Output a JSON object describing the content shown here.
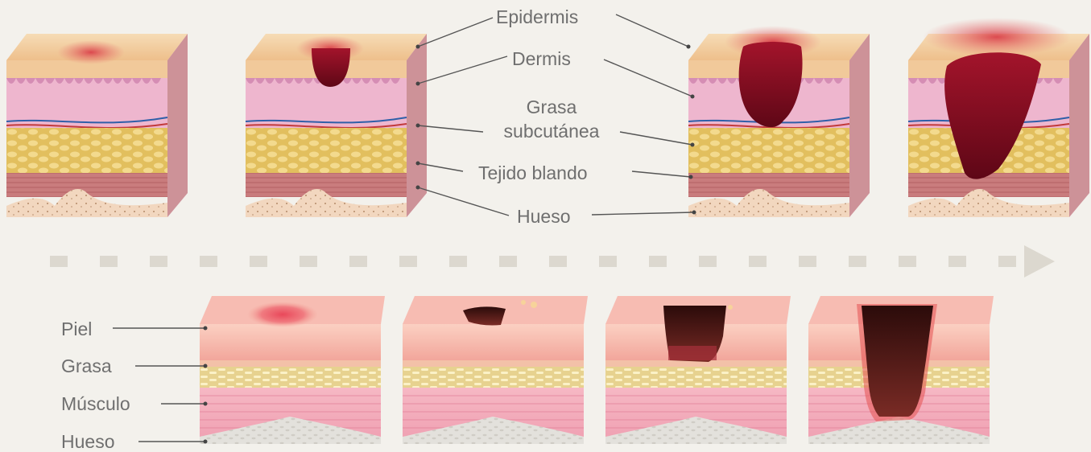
{
  "top_labels": {
    "epidermis": "Epidermis",
    "dermis": "Dermis",
    "grasa_line1": "Grasa",
    "grasa_line2": "subcutánea",
    "tejido": "Tejido blando",
    "hueso": "Hueso"
  },
  "bottom_labels": {
    "piel": "Piel",
    "grasa": "Grasa",
    "musculo": "Músculo",
    "hueso": "Hueso"
  },
  "colors": {
    "background": "#f3f1ec",
    "epidermis": "#f1c99a",
    "dermis": "#ecb2cb",
    "fat": "#e9c563",
    "muscle": "#c97a7c",
    "bone": "#f1d6be",
    "wound": "#8a0f22",
    "arrow": "#dcd8cf",
    "label": "#6f6f6f",
    "leader_line": "#555555"
  }
}
